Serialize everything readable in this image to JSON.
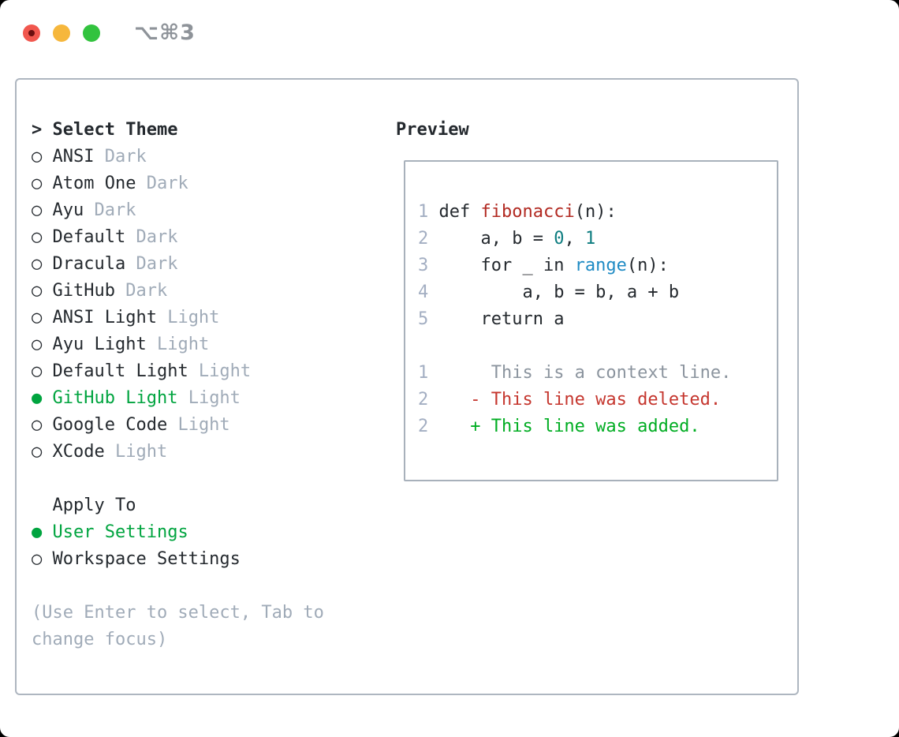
{
  "window": {
    "title": "⌥⌘3"
  },
  "colors": {
    "text": "#24292e",
    "muted": "#a0abb8",
    "line_number": "#a3aec2",
    "selected_green": "#00a43f",
    "diff_added": "#00ad22",
    "diff_removed": "#c5362e",
    "diff_context": "#8b949e",
    "syntax_function": "#b22a22",
    "syntax_number": "#0e7d80",
    "syntax_builtin": "#1f8bc4",
    "traffic_red": "#f1574e",
    "traffic_yellow": "#f6b73c",
    "traffic_green": "#32c33e"
  },
  "theme_menu": {
    "cursor": ">",
    "header": "Select Theme",
    "radio_empty": "○",
    "radio_filled": "●",
    "items": [
      {
        "name": "ANSI",
        "variant": "Dark",
        "selected": false
      },
      {
        "name": "Atom One",
        "variant": "Dark",
        "selected": false
      },
      {
        "name": "Ayu",
        "variant": "Dark",
        "selected": false
      },
      {
        "name": "Default",
        "variant": "Dark",
        "selected": false
      },
      {
        "name": "Dracula",
        "variant": "Dark",
        "selected": false
      },
      {
        "name": "GitHub",
        "variant": "Dark",
        "selected": false
      },
      {
        "name": "ANSI Light",
        "variant": "Light",
        "selected": false
      },
      {
        "name": "Ayu Light",
        "variant": "Light",
        "selected": false
      },
      {
        "name": "Default Light",
        "variant": "Light",
        "selected": false
      },
      {
        "name": "GitHub Light",
        "variant": "Light",
        "selected": true
      },
      {
        "name": "Google Code",
        "variant": "Light",
        "selected": false
      },
      {
        "name": "XCode",
        "variant": "Light",
        "selected": false
      }
    ]
  },
  "apply_to": {
    "header": "Apply To",
    "options": [
      {
        "name": "User Settings",
        "selected": true
      },
      {
        "name": "Workspace Settings",
        "selected": false
      }
    ]
  },
  "help_lines": [
    "(Use Enter to select, Tab to",
    "change focus)"
  ],
  "preview": {
    "header": "Preview",
    "code_lines": [
      {
        "num": "1",
        "segments": [
          [
            " def ",
            "text"
          ],
          [
            "fibonacci",
            "function"
          ],
          [
            "(n):",
            "text"
          ]
        ]
      },
      {
        "num": "2",
        "segments": [
          [
            "     a, b = ",
            "text"
          ],
          [
            "0",
            "number"
          ],
          [
            ", ",
            "text"
          ],
          [
            "1",
            "number"
          ]
        ]
      },
      {
        "num": "3",
        "segments": [
          [
            "     for _ in ",
            "text"
          ],
          [
            "range",
            "builtin"
          ],
          [
            "(n):",
            "text"
          ]
        ]
      },
      {
        "num": "4",
        "segments": [
          [
            "         a, b = b, a + b",
            "text"
          ]
        ]
      },
      {
        "num": "5",
        "segments": [
          [
            "     return a",
            "text"
          ]
        ]
      }
    ],
    "diff_lines": [
      {
        "num": "1",
        "segments": [
          [
            "      This is a context line.",
            "context"
          ]
        ]
      },
      {
        "num": "2",
        "segments": [
          [
            "    - This line was deleted.",
            "removed"
          ]
        ]
      },
      {
        "num": "2",
        "segments": [
          [
            "    + This line was added.",
            "added"
          ]
        ]
      }
    ]
  }
}
